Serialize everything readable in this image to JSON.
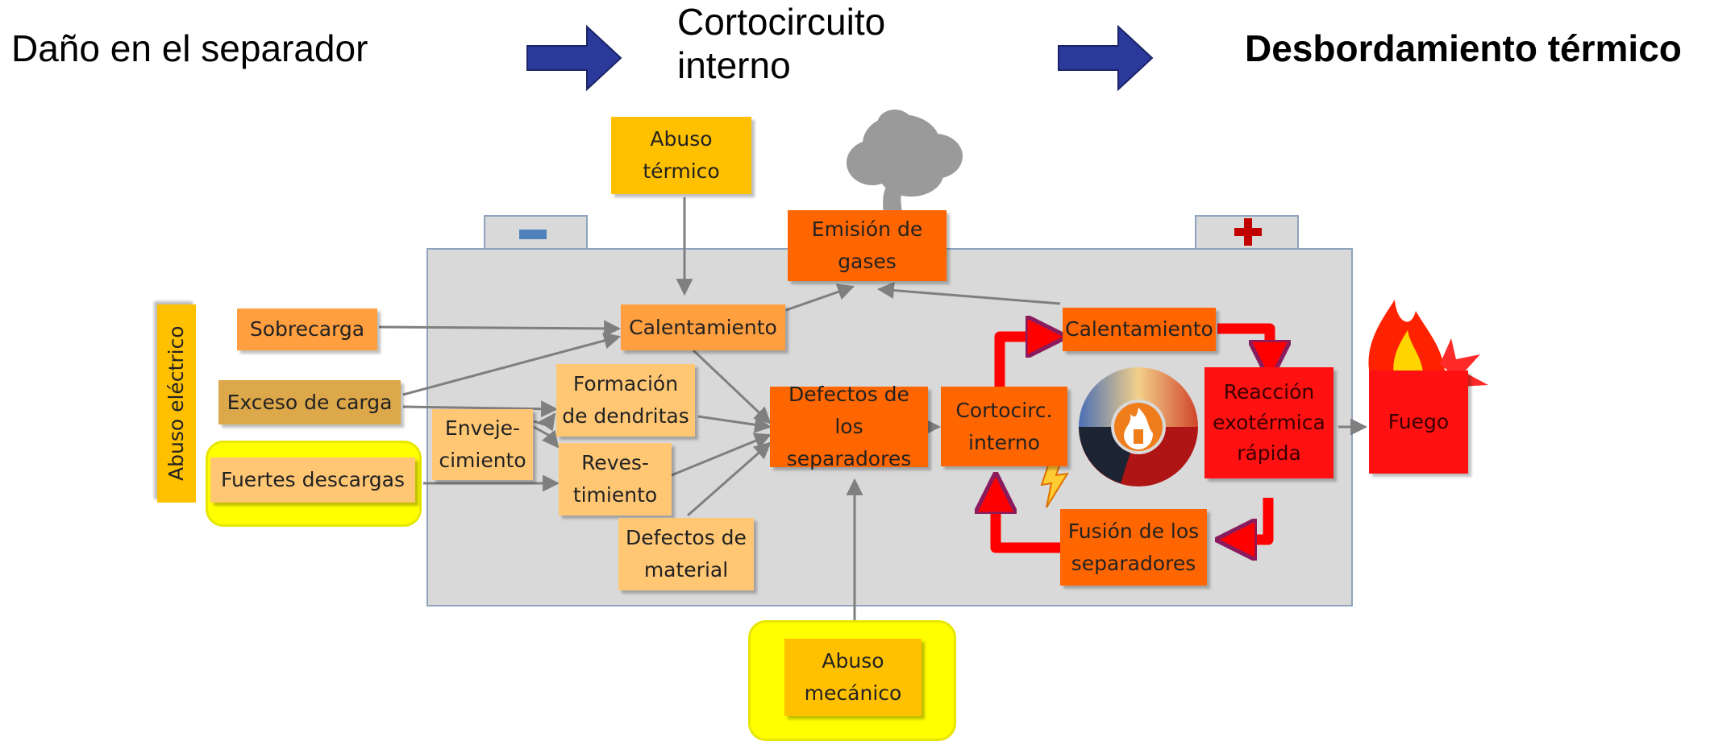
{
  "header": {
    "step1": "Daño en el separador",
    "step2_line1": "Cortocircuito",
    "step2_line2": "interno",
    "step3": "Desbordamiento térmico"
  },
  "terminals": {
    "negative": "−",
    "positive": "+"
  },
  "boxes": {
    "abuso_termico": [
      "Abuso",
      "térmico"
    ],
    "emision_gases": [
      "Emisión de",
      "gases"
    ],
    "sobrecarga": "Sobrecarga",
    "calentamiento_left": "Calentamiento",
    "exceso_carga": "Exceso de carga",
    "formacion_dendritas": [
      "Formación",
      "de dendritas"
    ],
    "envejecimiento": [
      "Enveje-",
      "cimiento"
    ],
    "revestimiento": [
      "Reves-",
      "timiento"
    ],
    "fuertes_descargas": "Fuertes descargas",
    "defectos_material": [
      "Defectos de",
      "material"
    ],
    "defectos_separadores": [
      "Defectos de los",
      "separadores"
    ],
    "cortocircuito": [
      "Cortocirc.",
      "interno"
    ],
    "calentamiento_right": "Calentamiento",
    "reaccion": [
      "Reacción",
      "exotérmica",
      "rápida"
    ],
    "fusion": [
      "Fusión de los",
      "separadores"
    ],
    "fuego": "Fuego",
    "abuso_electrico": "Abuso eléctrico",
    "abuso_mecanico": [
      "Abuso",
      "mecánico"
    ]
  },
  "colors": {
    "header_arrow": "#2b3a9a",
    "battery_body": "#d9d9d9",
    "battery_border": "#8fa3bf",
    "connector": "#7f7f7f",
    "cycle_arrow": "#ff0000",
    "highlight": "#ffff00"
  },
  "icons": [
    "smoke-cloud-icon",
    "fire-icon",
    "lightning-icon",
    "battery-fire-icon"
  ]
}
